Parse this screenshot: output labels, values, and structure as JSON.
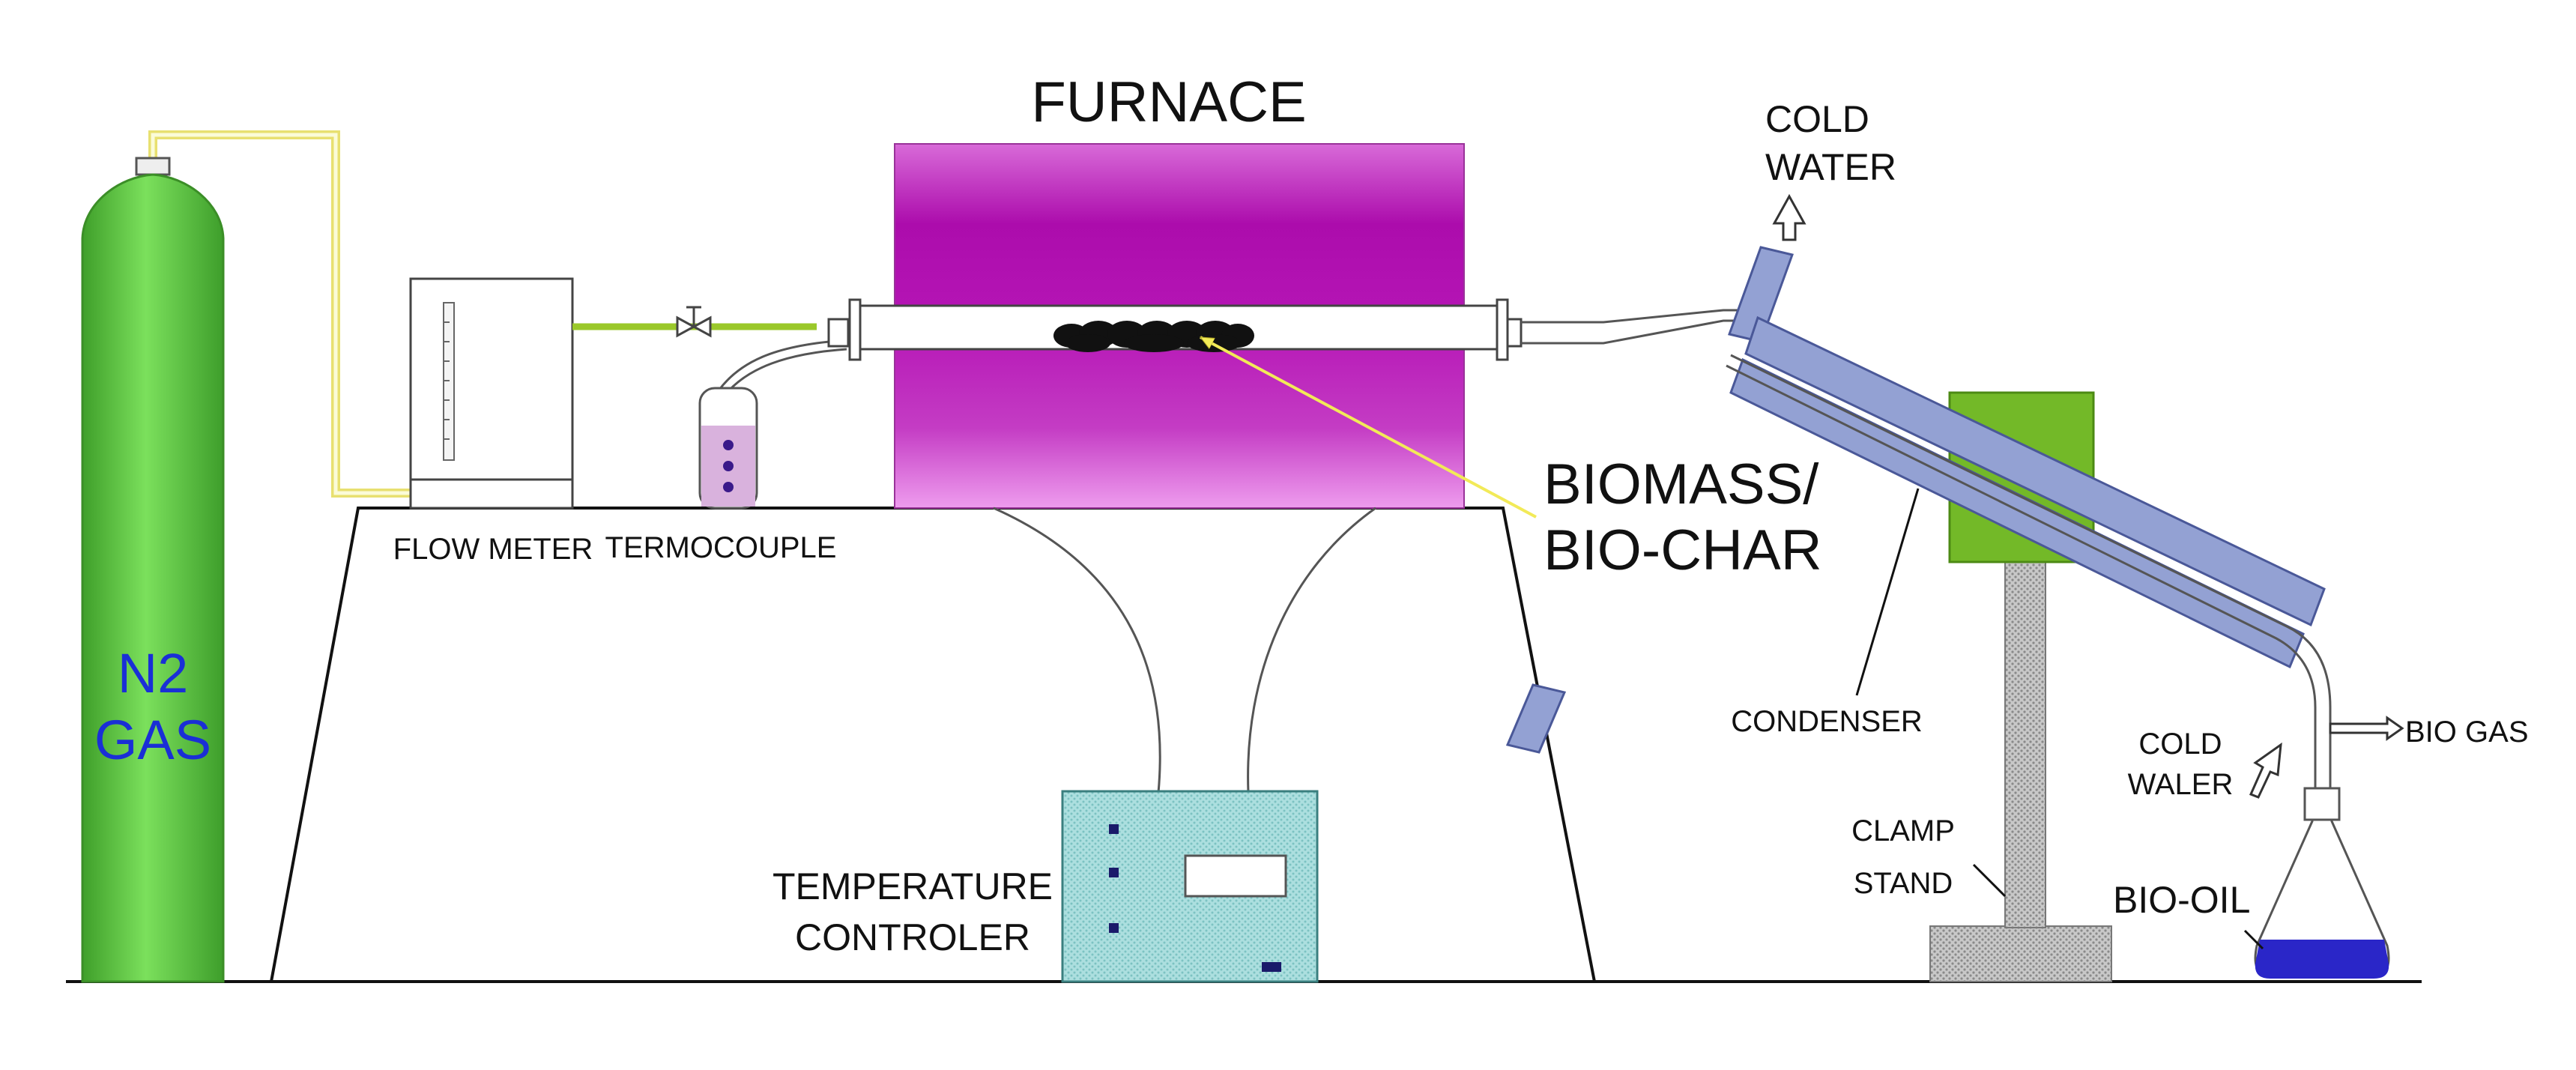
{
  "labels": {
    "furnace": "FURNACE",
    "cold_water_top_1": "COLD",
    "cold_water_top_2": "WATER",
    "biomass_1": "BIOMASS/",
    "biomass_2": "BIO-CHAR",
    "flow_meter": "FLOW METER",
    "thermocouple": "TERMOCOUPLE",
    "n2_gas_1": "N2",
    "n2_gas_2": "GAS",
    "condenser": "CONDENSER",
    "cold_water_bottom_1": "COLD",
    "cold_water_bottom_2": "WALER",
    "bio_gas": "BIO GAS",
    "clamp_stand_1": "CLAMP",
    "clamp_stand_2": "STAND",
    "bio_oil": "BIO-OIL",
    "temp_controller_1": "TEMPERATURE",
    "temp_controller_2": "CONTROLER"
  },
  "colors": {
    "gas_cylinder": "#5cc83f",
    "furnace": "#bf10bf",
    "condenser": "#93a1d3",
    "clamp_block": "#73b928",
    "controller_box": "#a8dede",
    "bio_oil": "#2a26c8",
    "n2_text": "#1a2fd6"
  }
}
